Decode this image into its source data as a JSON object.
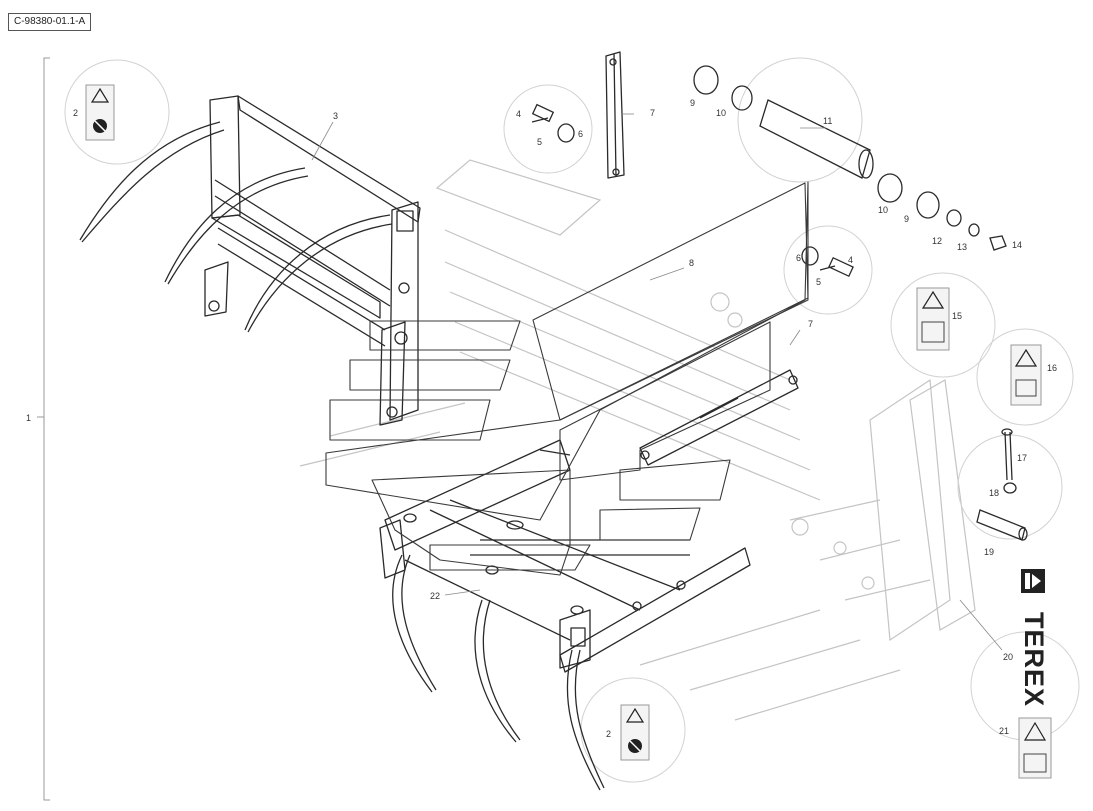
{
  "document": {
    "reference": "C-98380-01.1-A"
  },
  "brand": {
    "name": "TEREX"
  },
  "callouts": {
    "c1": "1",
    "c2a": "2",
    "c2b": "2",
    "c3": "3",
    "c4a": "4",
    "c4b": "4",
    "c5a": "5",
    "c5b": "5",
    "c6a": "6",
    "c6b": "6",
    "c7a": "7",
    "c7b": "7",
    "c8": "8",
    "c9a": "9",
    "c9b": "9",
    "c10a": "10",
    "c10b": "10",
    "c11": "11",
    "c12": "12",
    "c13": "13",
    "c14": "14",
    "c15": "15",
    "c16": "16",
    "c17": "17",
    "c18": "18",
    "c19": "19",
    "c20": "20",
    "c21": "21",
    "c22": "22"
  },
  "colors": {
    "line": "#2a2a2a",
    "ghost": "#bcbcbc",
    "circle": "#d2d2d2",
    "text": "#333333"
  }
}
